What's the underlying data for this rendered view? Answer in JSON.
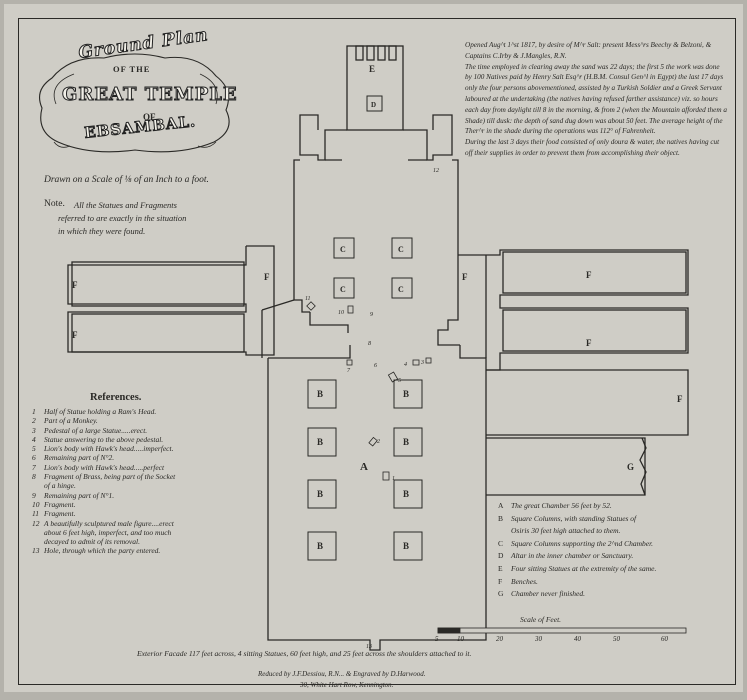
{
  "title": {
    "line1": "Ground Plan",
    "line2": "OF THE",
    "line3": "GREAT TEMPLE",
    "line4": "OF",
    "line5": "EBSAMBAL."
  },
  "scale_note": "Drawn on a Scale of ⅛ of an Inch to a foot.",
  "note": {
    "label": "Note.",
    "text_line1": "All the Statues and Fragments",
    "text_line2": "referred to are exactly in the situation",
    "text_line3": "in which they were found."
  },
  "notes": [
    "Opened Aug^t 1^st 1817, by desire of M^r Salt: present Mess^rs Beechy & Belzoni, & Captains C.Irby & J.Mangles, R.N.",
    "The time employed in clearing away the sand was 22 days; the first 5 the work was done by 100 Natives paid by Henry Salt Esq^r (H.B.M. Consul Gen^l in Egypt) the last 17 days only the four persons abovementioned, assisted by a Turkish Soldier and a Greek Servant laboured at the undertaking (the natives having refused farther assistance) viz. so hours each day from daylight till 8 in the morning, & from 2 (when the Mountain afforded them a Shade) till dusk: the depth of sand dug down was about 50 feet. The average height of the Ther^r in the shade during the operations was 112° of Fahrenheit.",
    "During the last 3 days their food consisted of only doura & water, the natives having cut off their supplies in order to prevent them from accomplishing their object."
  ],
  "references": {
    "heading": "References.",
    "items": [
      {
        "n": "1",
        "text": "Half of Statue holding a Ram's Head."
      },
      {
        "n": "2",
        "text": "Part of a Monkey."
      },
      {
        "n": "3",
        "text": "Pedestal of a large Statue.....erect."
      },
      {
        "n": "4",
        "text": "Statue answering to the above pedestal."
      },
      {
        "n": "5",
        "text": "Lion's body with Hawk's head.....imperfect."
      },
      {
        "n": "6",
        "text": "Remaining part of N°2."
      },
      {
        "n": "7",
        "text": "Lion's body with Hawk's head.....perfect"
      },
      {
        "n": "8",
        "text": "Fragment of Brass, being part of the Socket"
      },
      {
        "n": "",
        "text": "of a hinge."
      },
      {
        "n": "9",
        "text": "Remaining part of N°1."
      },
      {
        "n": "10",
        "text": "Fragment."
      },
      {
        "n": "11",
        "text": "Fragment."
      },
      {
        "n": "12",
        "text": "A beautifully sculptured male figure....erect"
      },
      {
        "n": "",
        "text": "about 6 feet high, imperfect, and too much"
      },
      {
        "n": "",
        "text": "decayed to admit of its removal."
      },
      {
        "n": "13",
        "text": "Hole, through which the party entered."
      }
    ]
  },
  "legend": [
    {
      "k": "A",
      "text": "The great Chamber 56 feet by 52."
    },
    {
      "k": "B",
      "text": "Square Columns, with standing Statues of"
    },
    {
      "k": "",
      "text": "Osiris 30 feet high attached to them."
    },
    {
      "k": "C",
      "text": "Square Columns supporting the 2^nd Chamber."
    },
    {
      "k": "D",
      "text": "Altar in the inner chamber or Sanctuary."
    },
    {
      "k": "E",
      "text": "Four sitting Statues at the extremity of the same."
    },
    {
      "k": "F",
      "text": "Benches."
    },
    {
      "k": "G",
      "text": "Chamber never finished."
    }
  ],
  "scale_bar": {
    "label": "Scale of Feet.",
    "ticks": [
      "5",
      "10",
      "20",
      "30",
      "40",
      "50",
      "60"
    ]
  },
  "facade_caption": "Exterior Facade 117 feet across, 4 sitting Statues, 60 feet high, and 25 feet across the shoulders attached to it.",
  "imprint": {
    "line1": "Reduced by J.F.Dessiou, R.N... & Engraved by D.Harwood.",
    "line2": "30, White Hart Row, Kennington."
  },
  "plan_labels": {
    "A": "A",
    "B": "B",
    "C": "C",
    "D": "D",
    "E": "E",
    "F": "F",
    "G": "G",
    "n1": "1",
    "n2": "2",
    "n3": "3",
    "n4": "4",
    "n5": "5",
    "n6": "6",
    "n7": "7",
    "n8": "8",
    "n9": "9",
    "n10": "10",
    "n11": "11",
    "n12": "12",
    "n13": "13"
  }
}
